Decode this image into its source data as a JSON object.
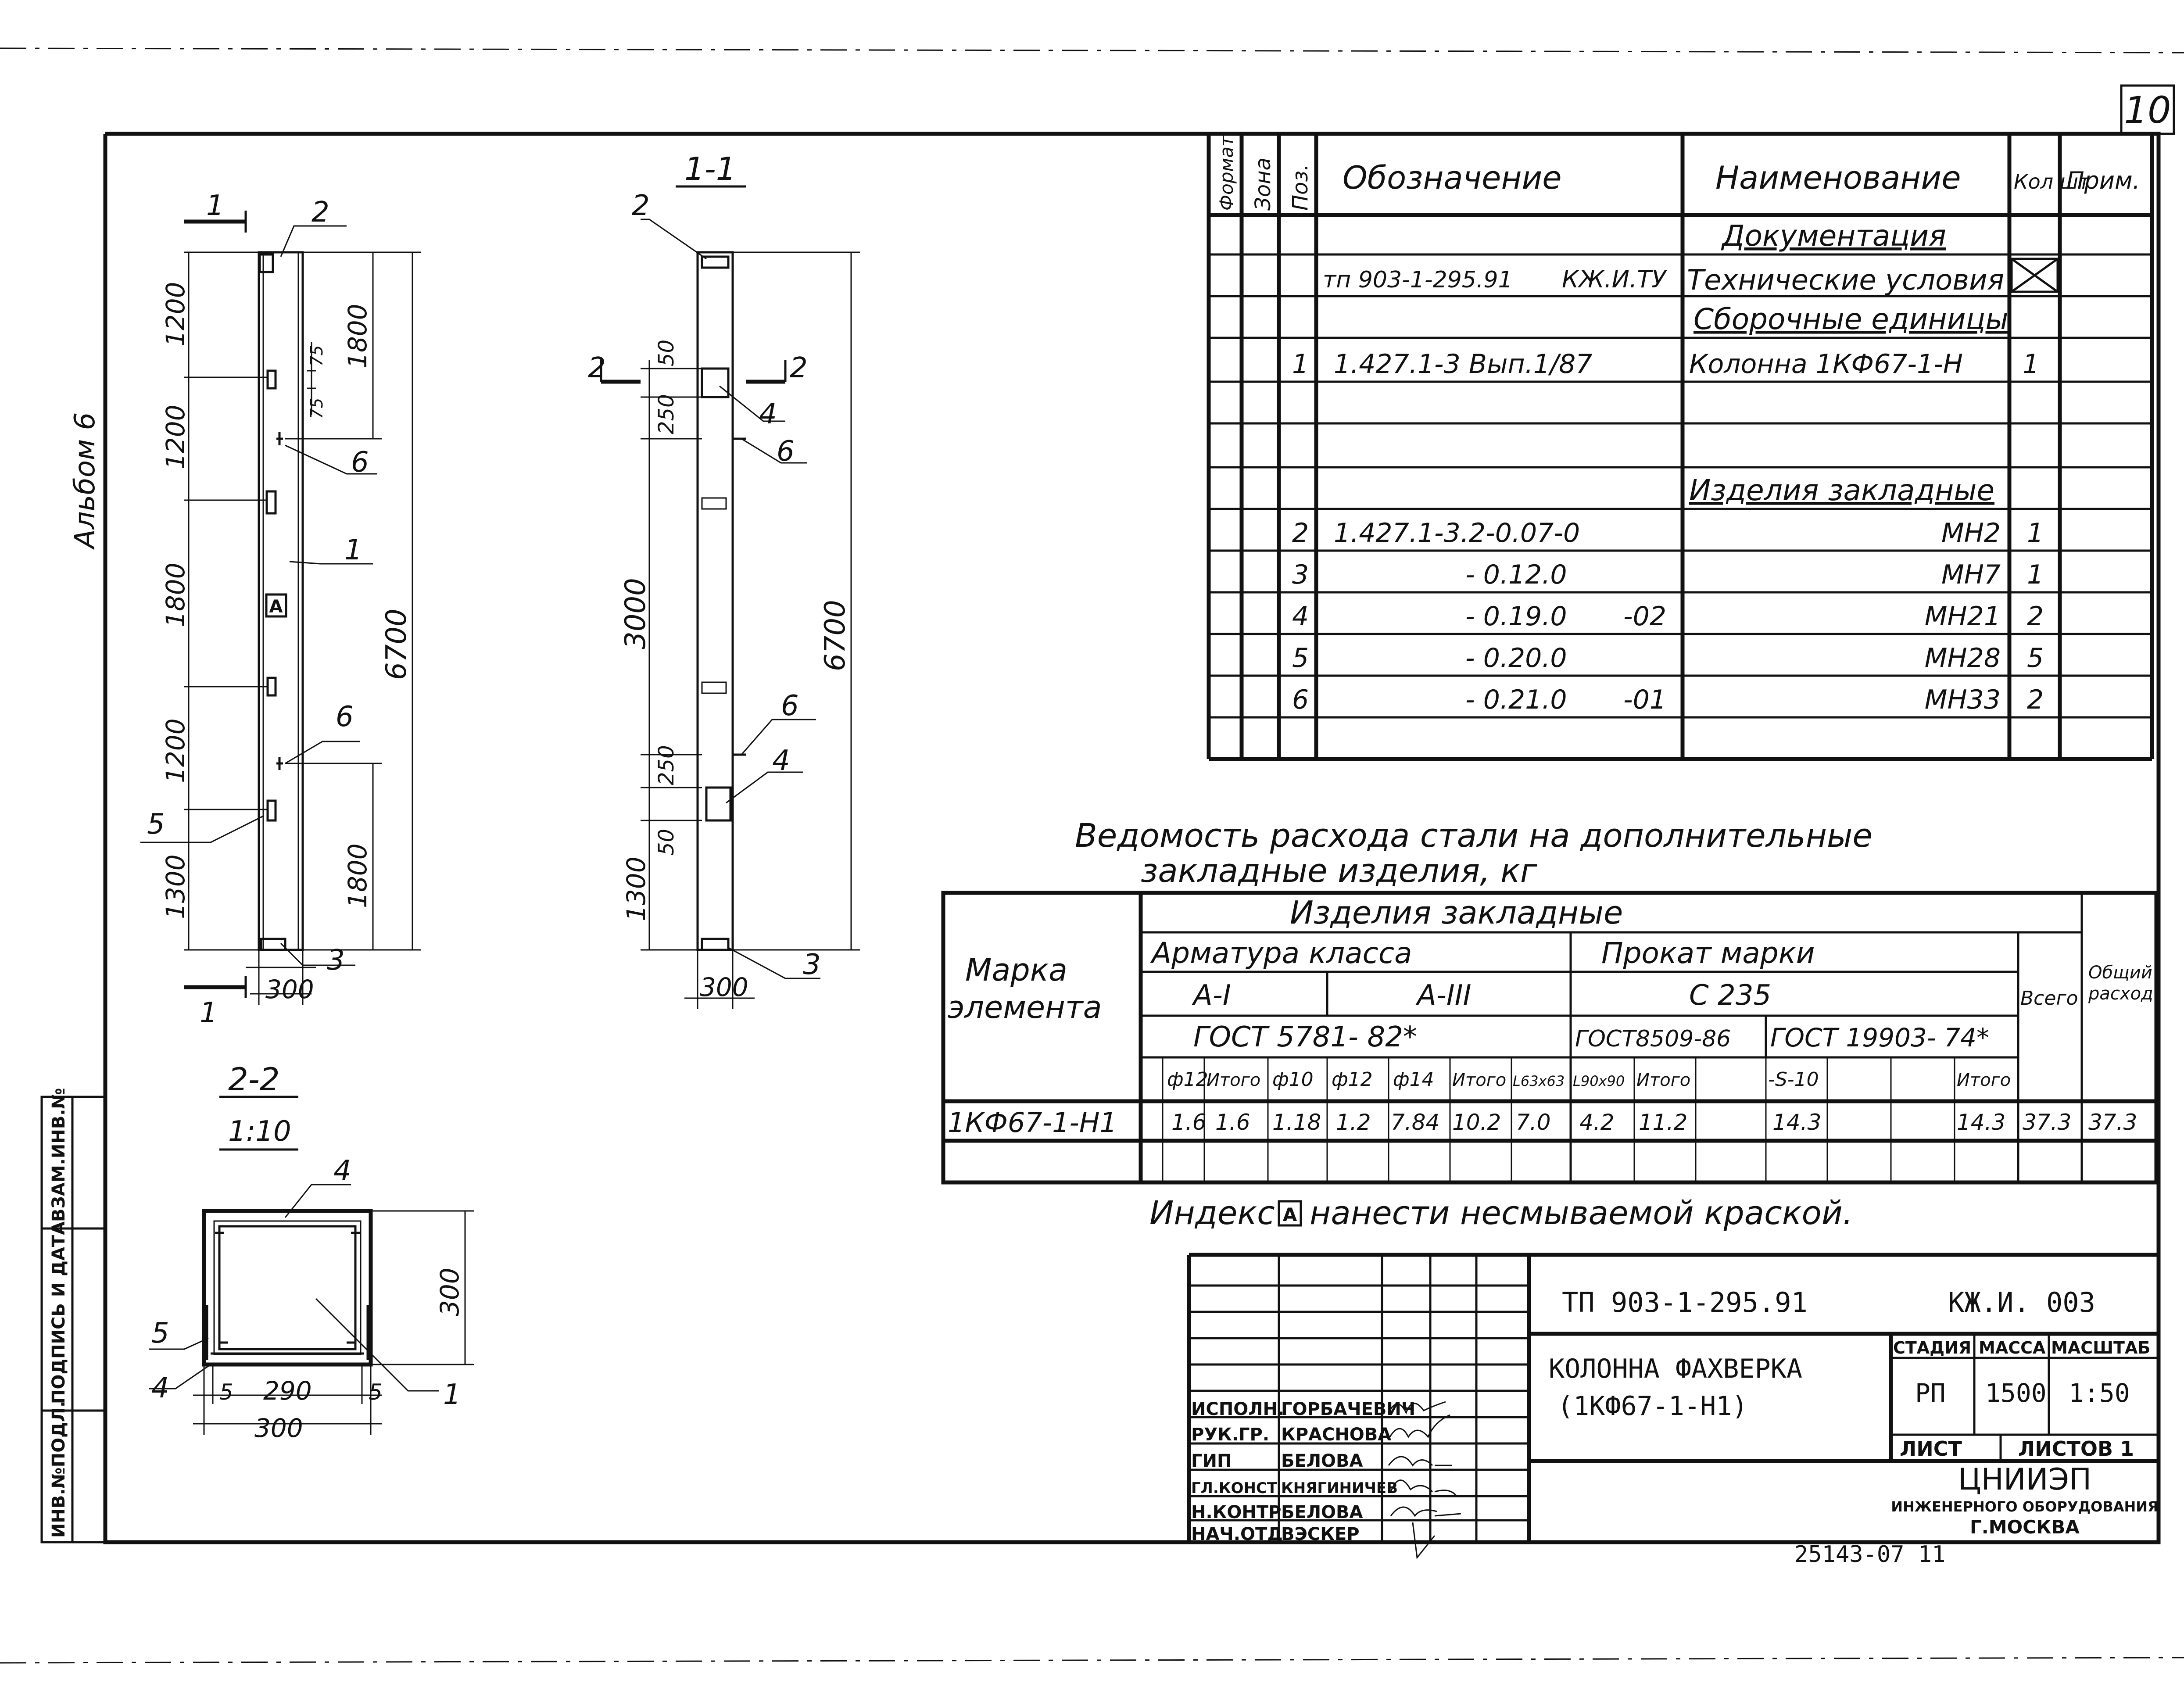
{
  "sheet": {
    "number": "10",
    "album": "Альбом 6",
    "side_stamp": [
      "ИНВ.№ПОДЛ.",
      "ПОДПИСЬ И ДАТА",
      "ВЗАМ.ИНВ.№"
    ]
  },
  "elevation": {
    "labels": {
      "cut_1": "1",
      "leader_2": "2",
      "leader_1": "1",
      "leader_5": "5",
      "leader_6a": "6",
      "leader_6b": "6",
      "leader_3": "3",
      "index_mark": "A"
    },
    "left_dims": [
      "1200",
      "1200",
      "1800",
      "1200",
      "1300"
    ],
    "right_dims": {
      "top": "1800",
      "small_a": "75",
      "small_b": "75",
      "total": "6700",
      "bottom": "1800"
    },
    "width": "300"
  },
  "section_1_1": {
    "title": "1-1",
    "cut_2": "2",
    "leaders": {
      "l2": "2",
      "l4a": "4",
      "l6a": "6",
      "l6b": "6",
      "l4b": "4",
      "l3": "3"
    },
    "left_dims": [
      "50",
      "250",
      "3000",
      "250",
      "50",
      "1300"
    ],
    "total": "6700",
    "width": "300"
  },
  "section_2_2": {
    "title": "2-2",
    "scale": "1:10",
    "leaders": {
      "l4a": "4",
      "l5a": "5",
      "l4b": "4",
      "l5b": "5",
      "l5c": "5",
      "l1": "1"
    },
    "dims": {
      "height": "300",
      "inner": "290",
      "outer": "300"
    }
  },
  "spec": {
    "headers": {
      "format": "Формат",
      "zone": "Зона",
      "pos": "Поз.",
      "designation": "Обозначение",
      "name": "Наименование",
      "qty": "Кол шт",
      "note": "Прим."
    },
    "sections": {
      "docs": "Документация",
      "units": "Сборочные единицы",
      "embedded": "Изделия закладные"
    },
    "rows": [
      {
        "pos": "",
        "designation": "тп 903-1-295.91",
        "suffix": "КЖ.И.ТУ",
        "name": "Технические условия",
        "qty": ""
      },
      {
        "pos": "1",
        "designation": "1.427.1-3  Вып.1/87",
        "suffix": "",
        "name": "Колонна 1КФ67-1-Н",
        "qty": "1"
      },
      {
        "pos": "2",
        "designation": "1.427.1-3.2-0.07-0",
        "suffix": "",
        "name": "МН2",
        "qty": "1"
      },
      {
        "pos": "3",
        "designation": "- 0.12.0",
        "suffix": "",
        "name": "МН7",
        "qty": "1"
      },
      {
        "pos": "4",
        "designation": "- 0.19.0",
        "suffix": "-02",
        "name": "МН21",
        "qty": "2"
      },
      {
        "pos": "5",
        "designation": "- 0.20.0",
        "suffix": "",
        "name": "МН28",
        "qty": "5"
      },
      {
        "pos": "6",
        "designation": "- 0.21.0",
        "suffix": "-01",
        "name": "МН33",
        "qty": "2"
      }
    ]
  },
  "steel": {
    "title_line1": "Ведомость расхода стали на дополнительные",
    "title_line2": "закладные изделия, кг",
    "group": "Изделия закладные",
    "mark_label": "Марка элемента",
    "rebar_class": "Арматура класса",
    "rolled": "Прокат марки",
    "a1": "А-I",
    "a3": "А-III",
    "c235": "С 235",
    "gost_rebar": "ГОСТ 5781- 82*",
    "gost_8509": "ГОСТ8509-86",
    "gost_19903": "ГОСТ 19903- 74*",
    "total": "Всего",
    "total_use": "Общий расход",
    "cols": [
      "ф12",
      "Итого",
      "ф10",
      "ф12",
      "ф14",
      "Итого",
      "L63х63",
      "L90х90",
      "Итого",
      "",
      "-S-10",
      "",
      "Итого"
    ],
    "row": {
      "mark": "1КФ67-1-Н1",
      "values": [
        "1.6",
        "1.6",
        "1.18",
        "1.2",
        "7.84",
        "10.2",
        "7.0",
        "4.2",
        "11.2",
        "",
        "14.3",
        "",
        "14.3"
      ],
      "total": "37.3",
      "total_use": "37.3"
    },
    "note_pre": "Индекс",
    "note_mark": "A",
    "note_post": "нанести несмываемой краской."
  },
  "title_block": {
    "code": "ТП 903-1-295.91",
    "doc": "КЖ.И. 003",
    "name_line1": "КОЛОННА ФАХВЕРКА",
    "name_line2": "(1КФ67-1-Н1)",
    "stage_label": "СТАДИЯ",
    "mass_label": "МАССА",
    "scale_label": "МАСШТАБ",
    "stage": "РП",
    "mass": "1500",
    "scale": "1:50",
    "sheet_label": "ЛИСТ",
    "sheets_label": "ЛИСТОВ 1",
    "org_line1": "ЦНИИЭП",
    "org_line2": "ИНЖЕНЕРНОГО ОБОРУДОВАНИЯ",
    "org_line3": "Г.МОСКВА",
    "people": [
      {
        "role": "ИСПОЛН.",
        "name": "ГОРБАЧЕВИЧ"
      },
      {
        "role": "РУК.ГР.",
        "name": "КРАСНОВА"
      },
      {
        "role": "ГИП",
        "name": "БЕЛОВА"
      },
      {
        "role": "ГЛ.КОНСТ",
        "name": "КНЯГИНИЧЕВ"
      },
      {
        "role": "Н.КОНТР",
        "name": "БЕЛОВА"
      },
      {
        "role": "НАЧ.ОТД",
        "name": "ВЭСКЕР"
      }
    ],
    "footer": "25143-07  11"
  }
}
